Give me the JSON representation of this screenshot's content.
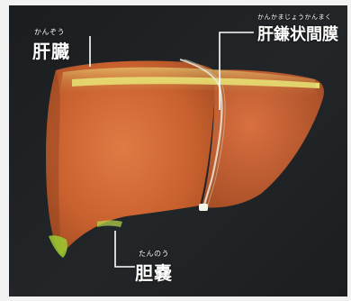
{
  "labels": {
    "liver": {
      "furigana": "かんぞう",
      "text": "肝臓"
    },
    "ligament": {
      "furigana": "かんかまじょうかんまく",
      "text": "肝鎌状間膜"
    },
    "gallbladder": {
      "furigana": "たんのう",
      "text": "胆嚢"
    }
  },
  "colors": {
    "background": "#1c1f21",
    "liver": "#d2693a",
    "highlight": "#e8f07a",
    "gallbladder": "#9acd32",
    "line": "#ffffff"
  }
}
